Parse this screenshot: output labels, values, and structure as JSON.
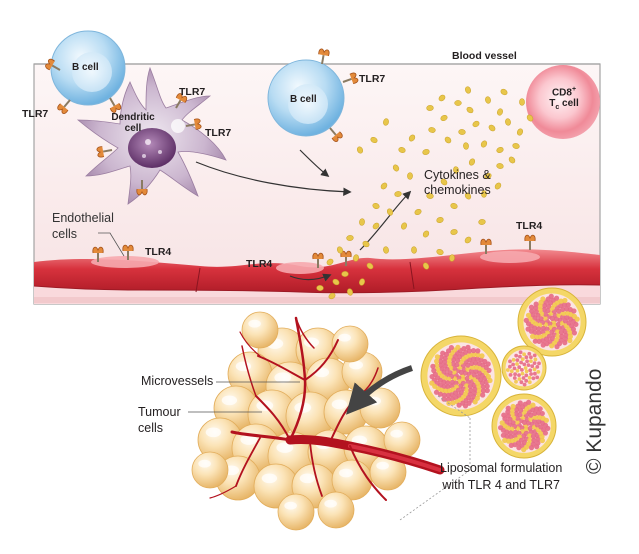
{
  "labels": {
    "blood_vessel": "Blood vessel",
    "b_cell_1": "B cell",
    "b_cell_2": "B cell",
    "tlr7_a": "TLR7",
    "tlr7_b": "TLR7",
    "tlr7_c": "TLR7",
    "tlr7_d": "TLR7",
    "dendritic_line1": "Dendritic",
    "dendritic_line2": "cell",
    "cd8_line1": "CD8",
    "cd8_sup": "+",
    "cd8_line2_t": "T",
    "cd8_line2_sub": "c",
    "cd8_line2_rest": " cell",
    "cytokines_line1": "Cytokines &",
    "cytokines_line2": "chemokines",
    "endothelial_line1": "Endothelial",
    "endothelial_line2": "cells",
    "tlr4_a": "TLR4",
    "tlr4_b": "TLR4",
    "tlr4_c": "TLR4",
    "microvessels": "Microvessels",
    "tumour_line1": "Tumour",
    "tumour_line2": "cells",
    "liposome_line1": "Liposomal formulation",
    "liposome_line2": "with TLR 4 and TLR7",
    "credit": "© Kupando"
  },
  "icons": [
    "b-cell-icon",
    "dendritic-cell-icon",
    "cd8-t-cell-icon",
    "tlr7-receptor-icon",
    "tlr4-receptor-icon",
    "cytokine-particle-icon",
    "liposome-icon",
    "tumour-cell-icon",
    "microvessel-icon"
  ],
  "colors": {
    "vessel_background": "#fbf0f0",
    "vessel_border": "#9a9a9a",
    "endothelium": "#c8202f",
    "b_cell": "#8dc5e8",
    "dendritic_cell": "#8e5f93",
    "cd8_cell": "#ee7f8f",
    "cytokines": "#e8c64a",
    "tumour_cells": "#f6d091",
    "microvessels": "#b3121f",
    "liposome_shell": "#eed25a",
    "arrow": "#333333"
  }
}
